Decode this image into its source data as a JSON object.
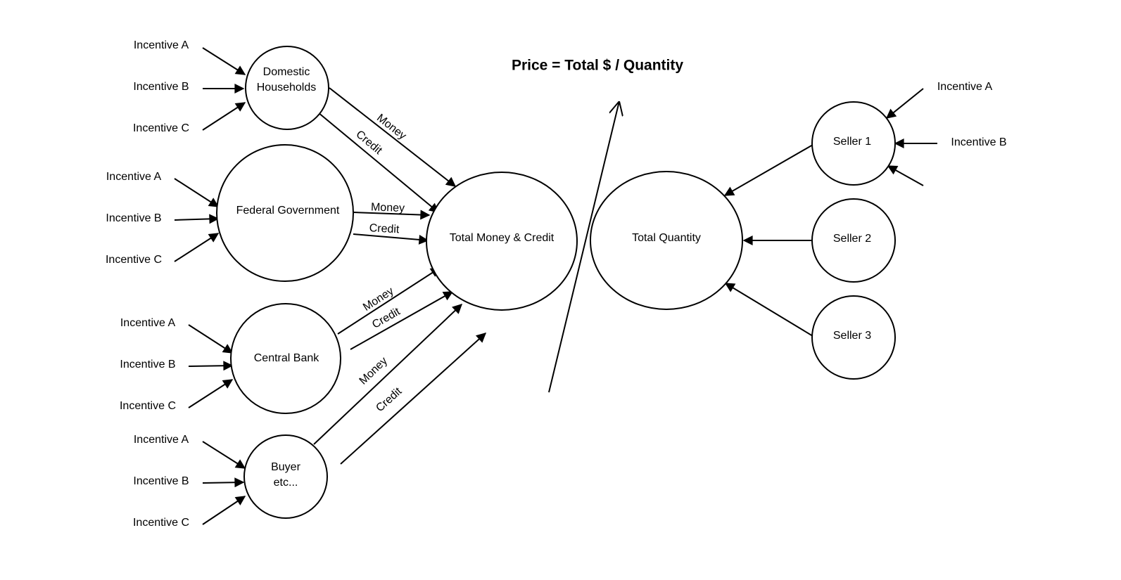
{
  "title": "Price = Total $ / Quantity",
  "nodes": {
    "households": [
      "Domestic",
      "Households"
    ],
    "federal": "Federal Government",
    "central_bank": "Central Bank",
    "buyer": [
      "Buyer",
      "etc..."
    ],
    "total_money": "Total Money & Credit",
    "total_quantity": "Total Quantity",
    "seller1": "Seller 1",
    "seller2": "Seller 2",
    "seller3": "Seller 3"
  },
  "incentives": {
    "a": "Incentive A",
    "b": "Incentive B",
    "c": "Incentive C"
  },
  "flows": {
    "money": "Money",
    "credit": "Credit"
  },
  "colors": {
    "stroke": "#000000",
    "background": "#ffffff"
  }
}
